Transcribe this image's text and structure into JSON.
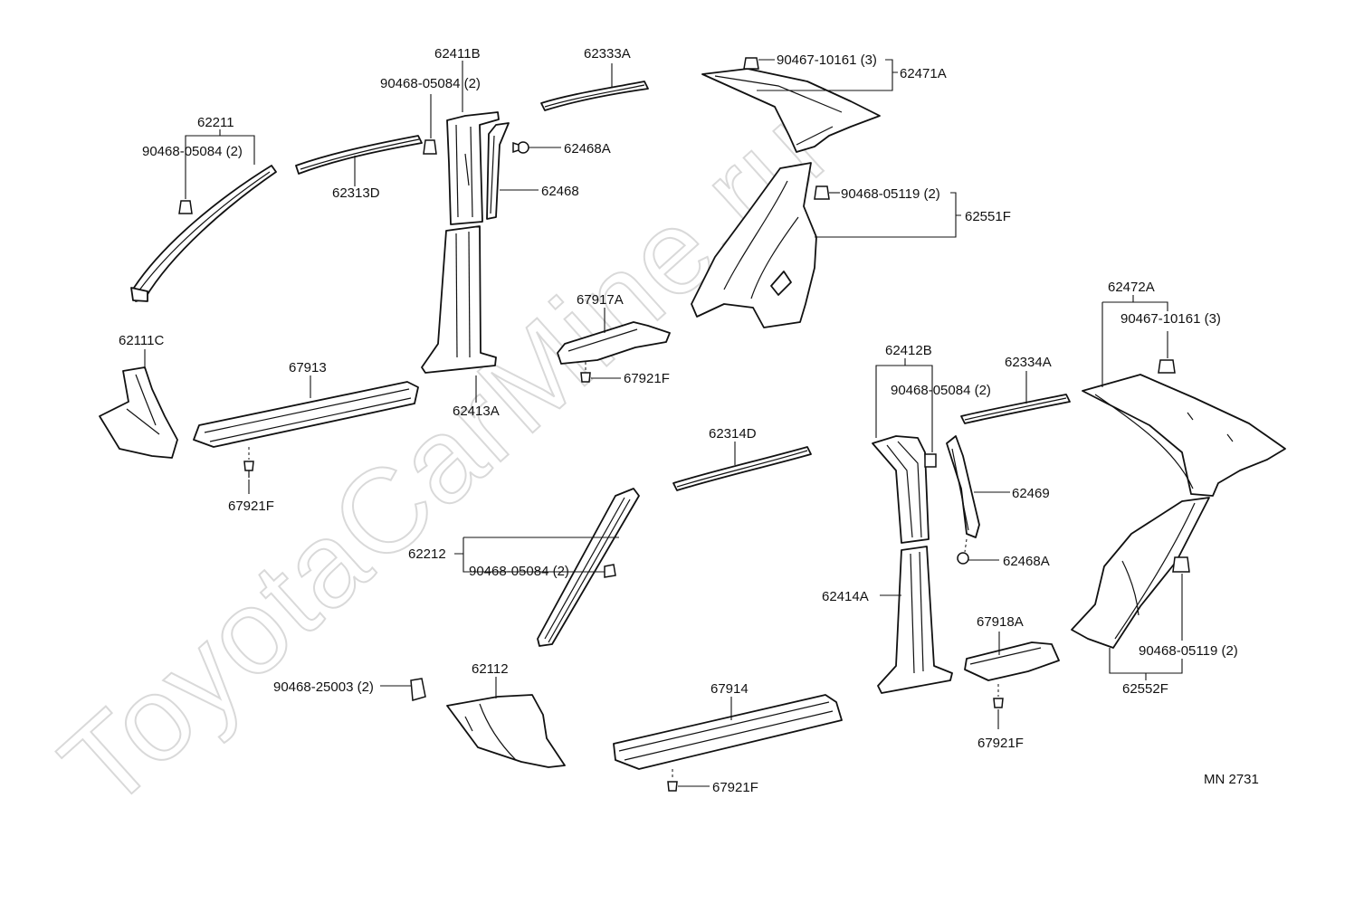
{
  "watermark": "ToyotaCarMine.ru",
  "drawing_code": "MN 2731",
  "labels": {
    "p62211": "62211",
    "c62211": "90468-05084 (2)",
    "p62313D": "62313D",
    "p62411B": "62411B",
    "c62411B": "90468-05084 (2)",
    "p62333A": "62333A",
    "p62468A_top": "62468A",
    "p62468": "62468",
    "c62471A": "90467-10161 (3)",
    "p62471A": "62471A",
    "c62551F": "90468-05119 (2)",
    "p62551F": "62551F",
    "p62111C": "62111C",
    "p67913": "67913",
    "p62413A": "62413A",
    "p67917A": "67917A",
    "c67917A": "67921F",
    "c67913": "67921F",
    "p62412B": "62412B",
    "c62412B": "90468-05084 (2)",
    "p62334A": "62334A",
    "p62472A": "62472A",
    "c62472A": "90467-10161 (3)",
    "p62314D": "62314D",
    "p62469": "62469",
    "p62212": "62212",
    "c62212": "90468-05084 (2)",
    "p62468A_mid": "62468A",
    "p62414A": "62414A",
    "p67918A": "67918A",
    "c67918A": "67921F",
    "c62552F": "90468-05119 (2)",
    "p62552F": "62552F",
    "c62112": "90468-25003 (2)",
    "p62112": "62112",
    "p67914": "67914",
    "c67914": "67921F"
  }
}
